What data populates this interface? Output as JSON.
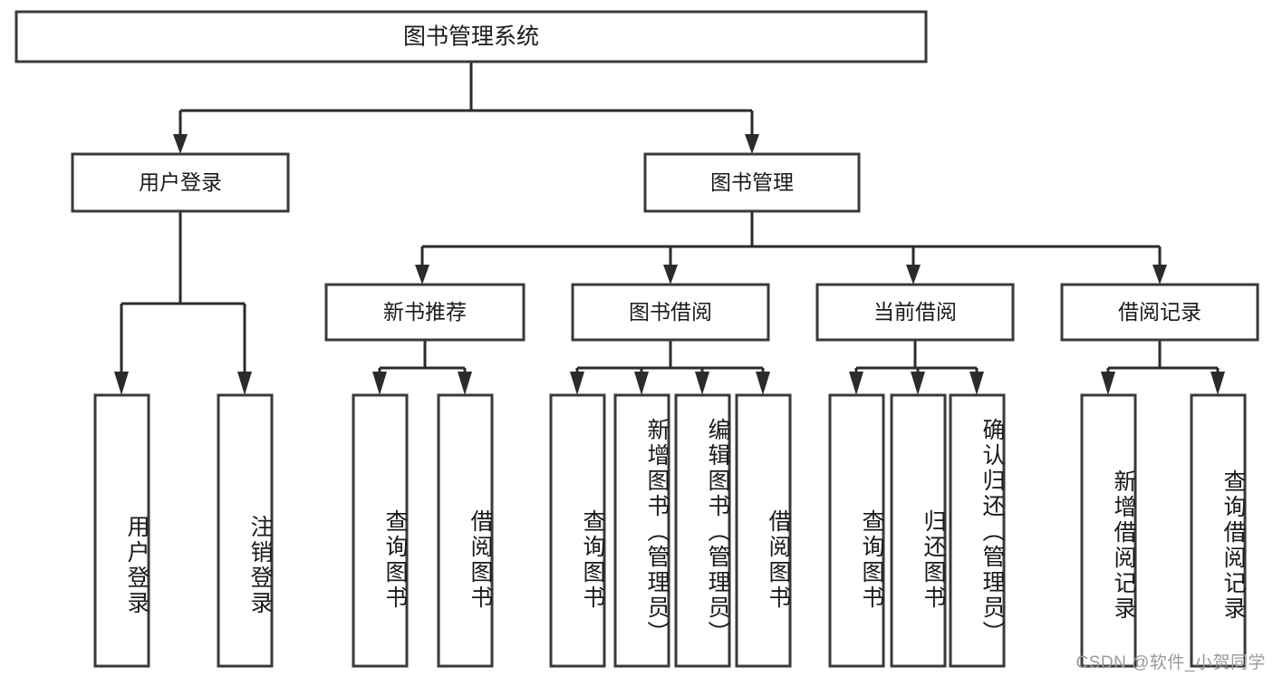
{
  "diagram": {
    "type": "tree-hierarchy",
    "title": "图书管理系统",
    "root": {
      "id": "root",
      "label": "图书管理系统",
      "orientation": "horizontal"
    },
    "level2": [
      {
        "id": "user-login",
        "label": "用户登录",
        "orientation": "horizontal"
      },
      {
        "id": "book-management",
        "label": "图书管理",
        "orientation": "horizontal"
      }
    ],
    "level3": [
      {
        "id": "new-book-recommend",
        "label": "新书推荐",
        "orientation": "horizontal"
      },
      {
        "id": "book-borrow",
        "label": "图书借阅",
        "orientation": "horizontal"
      },
      {
        "id": "current-borrow",
        "label": "当前借阅",
        "orientation": "horizontal"
      },
      {
        "id": "borrow-record",
        "label": "借阅记录",
        "orientation": "horizontal"
      }
    ],
    "leaves": [
      {
        "id": "leaf-user-login",
        "label": "用户登录",
        "parent": "user-login",
        "orientation": "vertical"
      },
      {
        "id": "leaf-user-logout",
        "label": "注销登录",
        "parent": "user-login",
        "orientation": "vertical"
      },
      {
        "id": "leaf-query-book-1",
        "label": "查询图书",
        "parent": "new-book-recommend",
        "orientation": "vertical"
      },
      {
        "id": "leaf-borrow-book-1",
        "label": "借阅图书",
        "parent": "new-book-recommend",
        "orientation": "vertical"
      },
      {
        "id": "leaf-query-book-2",
        "label": "查询图书",
        "parent": "book-borrow",
        "orientation": "vertical"
      },
      {
        "id": "leaf-add-book",
        "label": "新增图书（管理员）",
        "parent": "book-borrow",
        "orientation": "vertical"
      },
      {
        "id": "leaf-edit-book",
        "label": "编辑图书（管理员）",
        "parent": "book-borrow",
        "orientation": "vertical"
      },
      {
        "id": "leaf-borrow-book-2",
        "label": "借阅图书",
        "parent": "book-borrow",
        "orientation": "vertical"
      },
      {
        "id": "leaf-query-book-3",
        "label": "查询图书",
        "parent": "current-borrow",
        "orientation": "vertical"
      },
      {
        "id": "leaf-return-book",
        "label": "归还图书",
        "parent": "current-borrow",
        "orientation": "vertical"
      },
      {
        "id": "leaf-confirm-return",
        "label": "确认归还（管理员）",
        "parent": "current-borrow",
        "orientation": "vertical"
      },
      {
        "id": "leaf-add-record",
        "label": "新增借阅记录",
        "parent": "borrow-record",
        "orientation": "vertical"
      },
      {
        "id": "leaf-query-record",
        "label": "查询借阅记录",
        "parent": "borrow-record",
        "orientation": "vertical"
      }
    ],
    "colors": {
      "box_fill": "#ffffff",
      "box_stroke": "#3a3a3a",
      "connector": "#2b2b2b",
      "text": "#1a1a1a",
      "background": "#ffffff",
      "watermark": "#9a9a9a"
    }
  },
  "watermark": {
    "text": "CSDN @软件_小贺同学"
  }
}
